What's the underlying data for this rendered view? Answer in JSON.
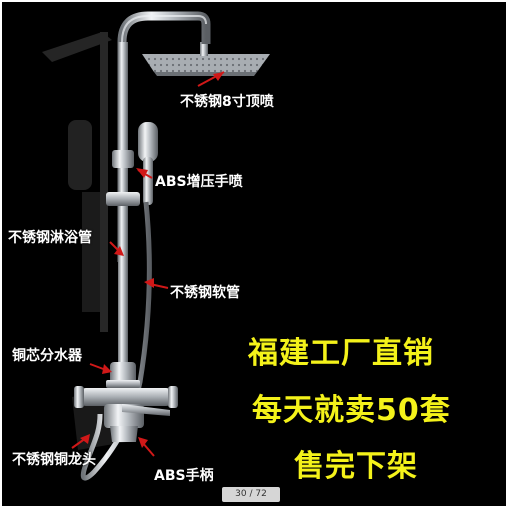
{
  "labels": {
    "top_shower": "不锈钢8寸顶喷",
    "hand_shower": "ABS增压手喷",
    "shower_pipe": "不锈钢淋浴管",
    "hose": "不锈钢软管",
    "diverter": "铜芯分水器",
    "faucet": "不锈钢铜龙头",
    "handle": "ABS手柄"
  },
  "promo": {
    "line1": "福建工厂直销",
    "line2": "每天就卖50套",
    "line3": "售完下架"
  },
  "pager": "30 / 72",
  "colors": {
    "background": "#000000",
    "label_text": "#ffffff",
    "promo_text": "#f4f21a",
    "arrow": "#d01818",
    "chrome": "#c8ccd0"
  }
}
